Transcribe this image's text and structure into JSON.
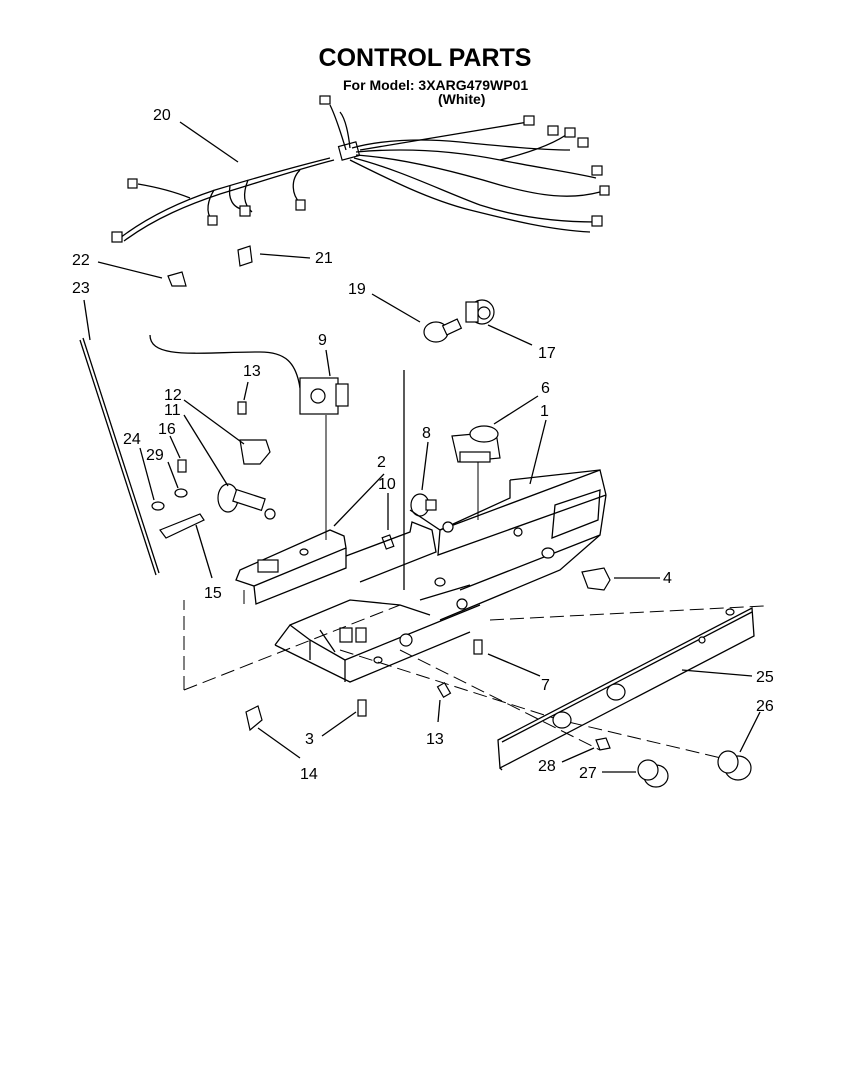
{
  "header": {
    "title": "CONTROL PARTS",
    "model": "For Model: 3XARG479WP01",
    "variant": "(White)"
  },
  "callouts": [
    {
      "id": "c20",
      "text": "20"
    },
    {
      "id": "c21",
      "text": "21"
    },
    {
      "id": "c22",
      "text": "22"
    },
    {
      "id": "c23",
      "text": "23"
    },
    {
      "id": "c19",
      "text": "19"
    },
    {
      "id": "c17",
      "text": "17"
    },
    {
      "id": "c9",
      "text": "9"
    },
    {
      "id": "c13a",
      "text": "13"
    },
    {
      "id": "c12",
      "text": "12"
    },
    {
      "id": "c11",
      "text": "11"
    },
    {
      "id": "c16",
      "text": "16"
    },
    {
      "id": "c24",
      "text": "24"
    },
    {
      "id": "c29",
      "text": "29"
    },
    {
      "id": "c6",
      "text": "6"
    },
    {
      "id": "c1",
      "text": "1"
    },
    {
      "id": "c8",
      "text": "8"
    },
    {
      "id": "c2",
      "text": "2"
    },
    {
      "id": "c10",
      "text": "10"
    },
    {
      "id": "c15",
      "text": "15"
    },
    {
      "id": "c4",
      "text": "4"
    },
    {
      "id": "c25",
      "text": "25"
    },
    {
      "id": "c7",
      "text": "7"
    },
    {
      "id": "c26",
      "text": "26"
    },
    {
      "id": "c3",
      "text": "3"
    },
    {
      "id": "c13b",
      "text": "13"
    },
    {
      "id": "c14",
      "text": "14"
    },
    {
      "id": "c28",
      "text": "28"
    },
    {
      "id": "c27",
      "text": "27"
    }
  ]
}
